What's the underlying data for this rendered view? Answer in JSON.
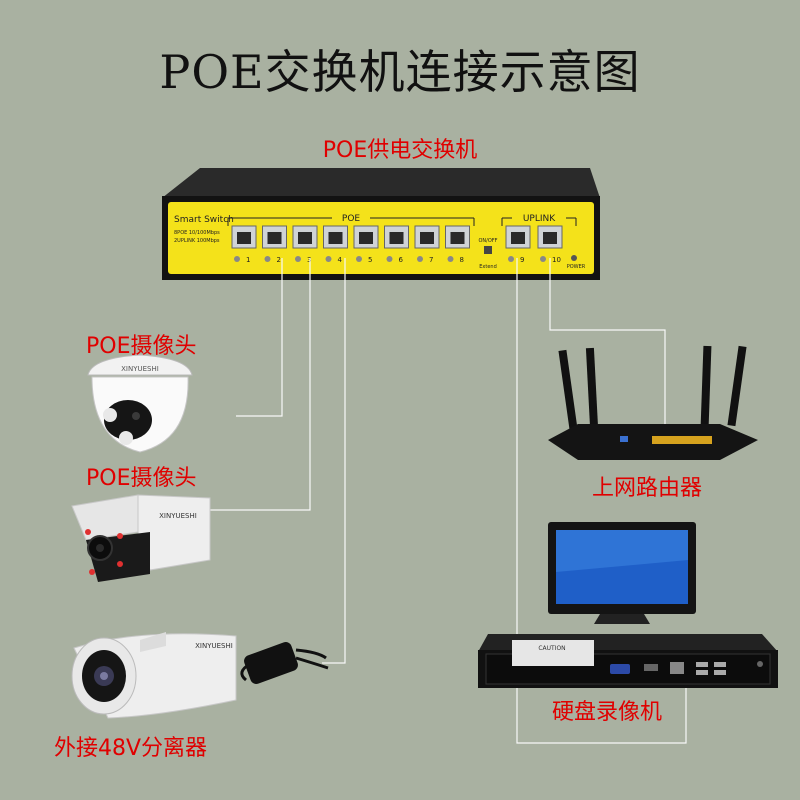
{
  "title": "POE交换机连接示意图",
  "labels": {
    "switch": "POE供电交换机",
    "dome_camera": "POE摄像头",
    "bullet_camera": "POE摄像头",
    "splitter": "外接48V分离器",
    "router": "上网路由器",
    "nvr": "硬盘录像机"
  },
  "switch_panel": {
    "brand": "Smart Switch",
    "spec_line1": "8POE 10/100Mbps",
    "spec_line2": "2UPLINK 100Mbps",
    "poe_group": "POE",
    "uplink_group": "UPLINK",
    "poe_ports": [
      "1",
      "2",
      "3",
      "4",
      "5",
      "6",
      "7",
      "8"
    ],
    "uplink_ports": [
      "9",
      "10"
    ],
    "switch_label": "ON/OFF",
    "extend_label": "Extend",
    "power_label": "POWER"
  },
  "camera_brand": {
    "dome": "XINYUESHI",
    "bullet1": "XINYUESHI",
    "bullet2": "XINYUESHI"
  },
  "nvr_panel": {
    "caution": "CAUTION"
  },
  "colors": {
    "background": "#a9b1a1",
    "accent_yellow": "#f4e21a",
    "label_red": "#e00000",
    "switch_body": "#1c1c1c"
  }
}
